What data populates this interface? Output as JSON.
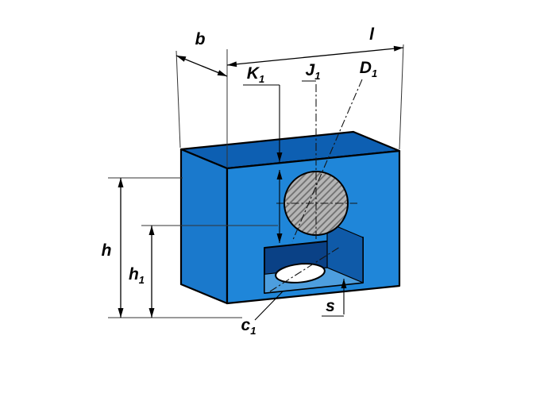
{
  "labels": {
    "b": {
      "base": "b",
      "sub": ""
    },
    "l": {
      "base": "l",
      "sub": ""
    },
    "k1": {
      "base": "K",
      "sub": "1"
    },
    "j1": {
      "base": "J",
      "sub": "1"
    },
    "d1": {
      "base": "D",
      "sub": "1"
    },
    "h": {
      "base": "h",
      "sub": ""
    },
    "h1": {
      "base": "h",
      "sub": "1"
    },
    "c1": {
      "base": "c",
      "sub": "1"
    },
    "s": {
      "base": "s",
      "sub": ""
    }
  },
  "colors": {
    "face-top": "#0d5fb2",
    "face-left": "#1a79cc",
    "face-front": "#1f86d9",
    "pocket-back": "#0a4186",
    "pocket-wall": "#0f5aa8",
    "pocket-floor": "#4d9ede",
    "hole-fill": "#b5b5b5",
    "hole-hatch": "#6f6f6f"
  }
}
